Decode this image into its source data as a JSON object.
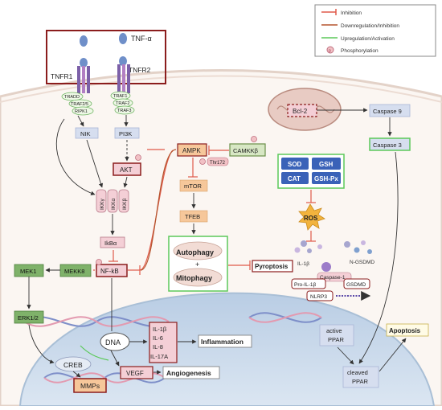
{
  "legend": {
    "inhibition": "Inhibition",
    "downregulation": "Downregulation/Inhibition",
    "upregulation": "Upregulation/Activation",
    "phosphorylation": "Phosphorylation"
  },
  "receptors": {
    "ligand": "TNF-α",
    "tnfr1": "TNFR1",
    "tnfr2": "TNFR2",
    "tnfr1_adaptors": [
      "TRADD",
      "TRAF2/5",
      "RIPK1"
    ],
    "tnfr2_adaptors": [
      "TRAF1",
      "TRAF2",
      "TRAF3"
    ]
  },
  "nodes": {
    "nik": "NIK",
    "pi3k": "PI3K",
    "akt": "AKT",
    "ikk_gamma": "IKKγ",
    "ikk_alpha": "IKKα",
    "ikk_beta": "IKKβ",
    "ikb_alpha": "IkBα",
    "nfkb": "NF-kB",
    "mekk8": "MEKK8",
    "mek1": "MEK1",
    "erk": "ERK1/2",
    "creb": "CREB",
    "mmps": "MMPs",
    "dna": "DNA",
    "vegf": "VEGF",
    "angiogenesis": "Angiogenesis",
    "cytokines": [
      "IL-1β",
      "IL-6",
      "IL-8",
      "IL-17A"
    ],
    "inflammation": "Inflammation",
    "ampk": "AMPK",
    "camkk": "CAMKKβ",
    "thr172": "Thr172",
    "mtor": "mTOR",
    "tfeb": "TFEB",
    "autophagy": "Autophagy",
    "plus": "+",
    "mitophagy": "Mitophagy",
    "pyroptosis": "Pyroptosis",
    "bcl2": "Bcl-2",
    "caspase9": "Caspase 9",
    "caspase3": "Caspase 3",
    "sod": "SOD",
    "gsh": "GSH",
    "cat": "CAT",
    "gshpx": "GSH-Px",
    "ros": "ROS",
    "il1b": "IL-1β",
    "ngsdmd": "N-GSDMD",
    "caspase1": "Caspase-1",
    "proil1b": "Pro-IL-1β",
    "gsdmd": "GSDMD",
    "nlrp3": "NLRP3",
    "active_ppar": [
      "active",
      "PPAR"
    ],
    "cleaved_ppar": [
      "cleaved",
      "PPAR"
    ],
    "apoptosis": "Apoptosis"
  },
  "colors": {
    "inhibition": "#e05a4a",
    "downregulation": "#b5552f",
    "upregulation": "#5cc95a",
    "tnf_box": "#8b1d1d",
    "nucleus": "#c9d9ea",
    "node_blue": "#d6deef",
    "node_pink": "#f4cfd6",
    "node_green": "#7fb26a",
    "node_orange": "#f6c79a",
    "antioxidant": "#3a62b8"
  }
}
